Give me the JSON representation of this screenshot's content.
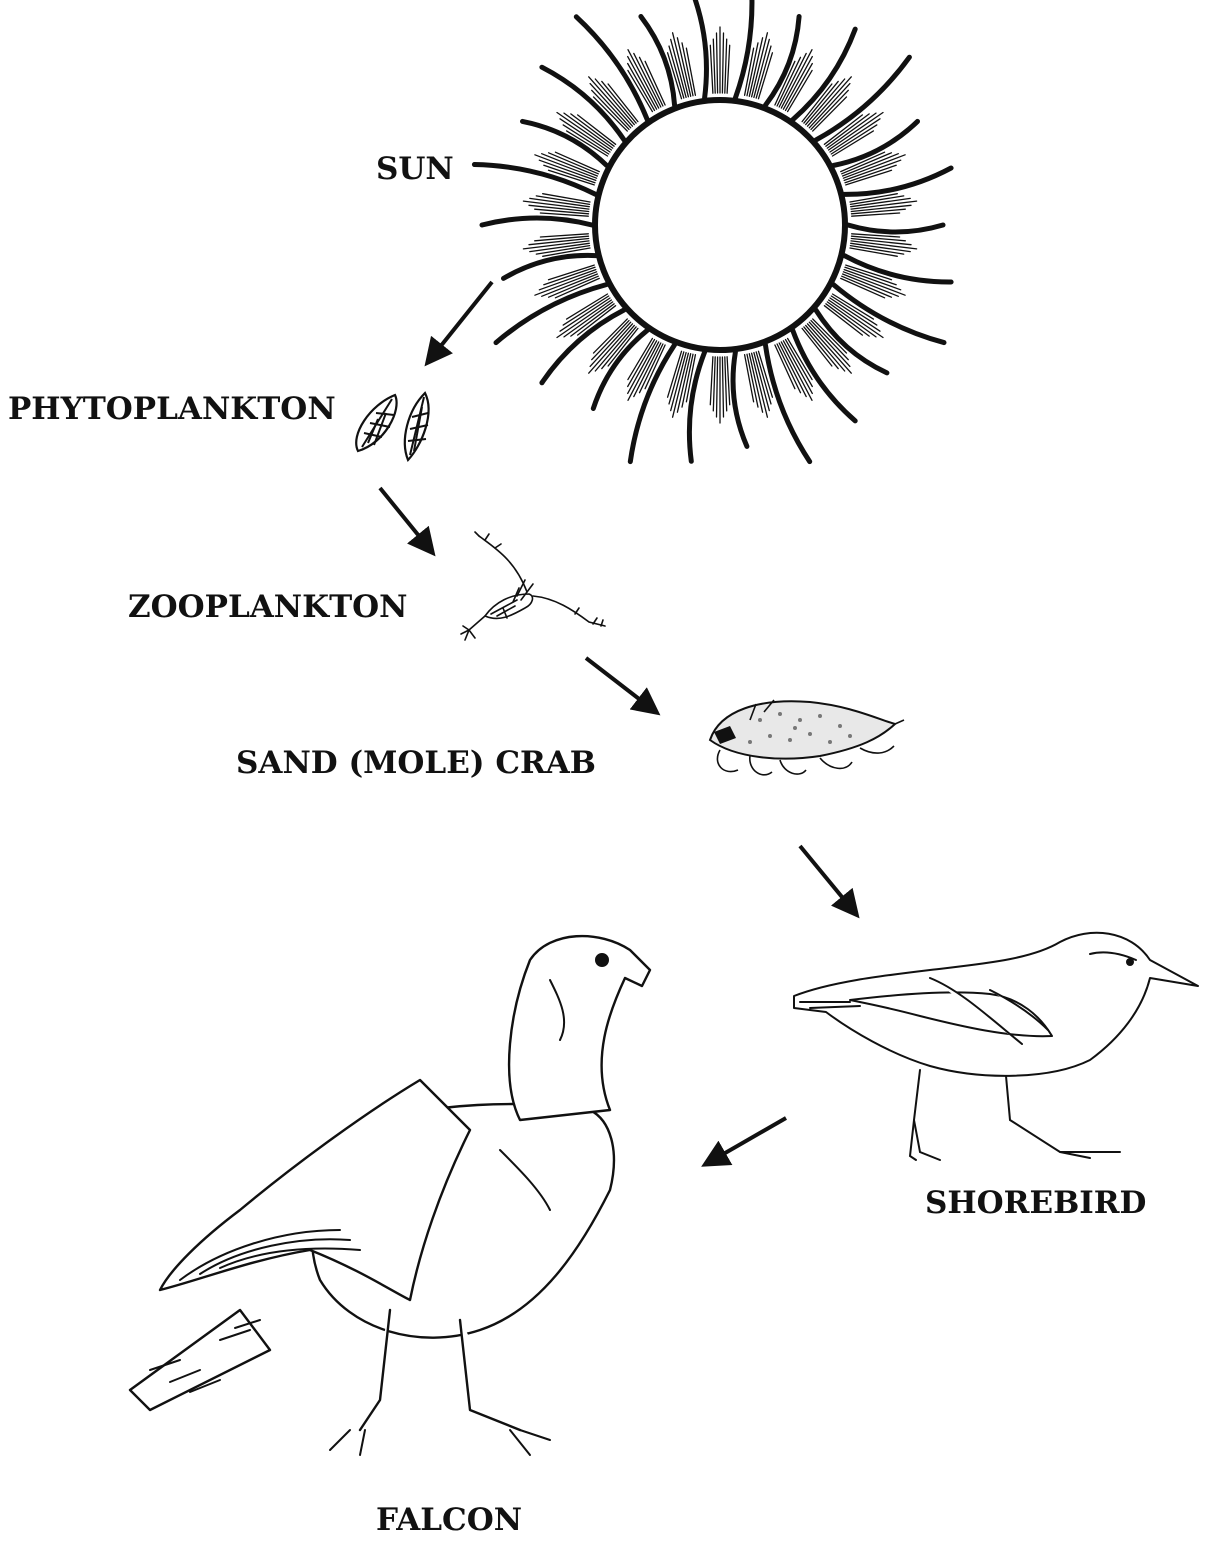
{
  "diagram": {
    "nodes": {
      "sun": {
        "label": "SUN",
        "icon": "sun-icon"
      },
      "phytoplankton": {
        "label": "PHYTOPLANKTON",
        "icon": "phytoplankton-icon"
      },
      "zooplankton": {
        "label": "ZOOPLANKTON",
        "icon": "zooplankton-icon"
      },
      "crab": {
        "label": "SAND (MOLE) CRAB",
        "icon": "sand-crab-icon"
      },
      "shorebird": {
        "label": "SHOREBIRD",
        "icon": "shorebird-icon"
      },
      "falcon": {
        "label": "FALCON",
        "icon": "falcon-icon"
      }
    },
    "edges": [
      {
        "from": "sun",
        "to": "phytoplankton"
      },
      {
        "from": "phytoplankton",
        "to": "zooplankton"
      },
      {
        "from": "zooplankton",
        "to": "crab"
      },
      {
        "from": "crab",
        "to": "shorebird"
      },
      {
        "from": "shorebird",
        "to": "falcon"
      }
    ]
  }
}
